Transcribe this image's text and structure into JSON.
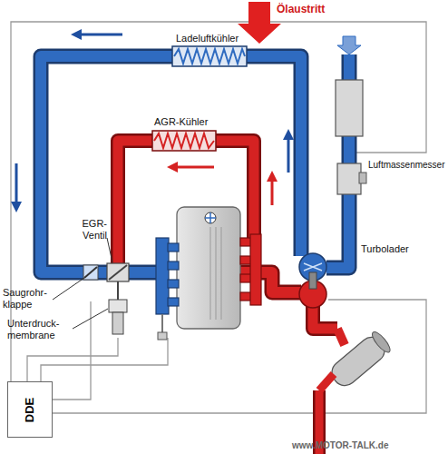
{
  "diagram": {
    "nodes": [
      {
        "text": [
          "DDE"
        ]
      }
    ],
    "labels": [
      "Ölaustritt",
      "Ladeluftkühler",
      "AGR-Kühler",
      "Luftmassenmesser",
      "EGR- Ventil",
      "Turbolader",
      "Saugrohr- klappe",
      "Unterdruck- membrane",
      "www.MOTOR-TALK.de"
    ]
  }
}
